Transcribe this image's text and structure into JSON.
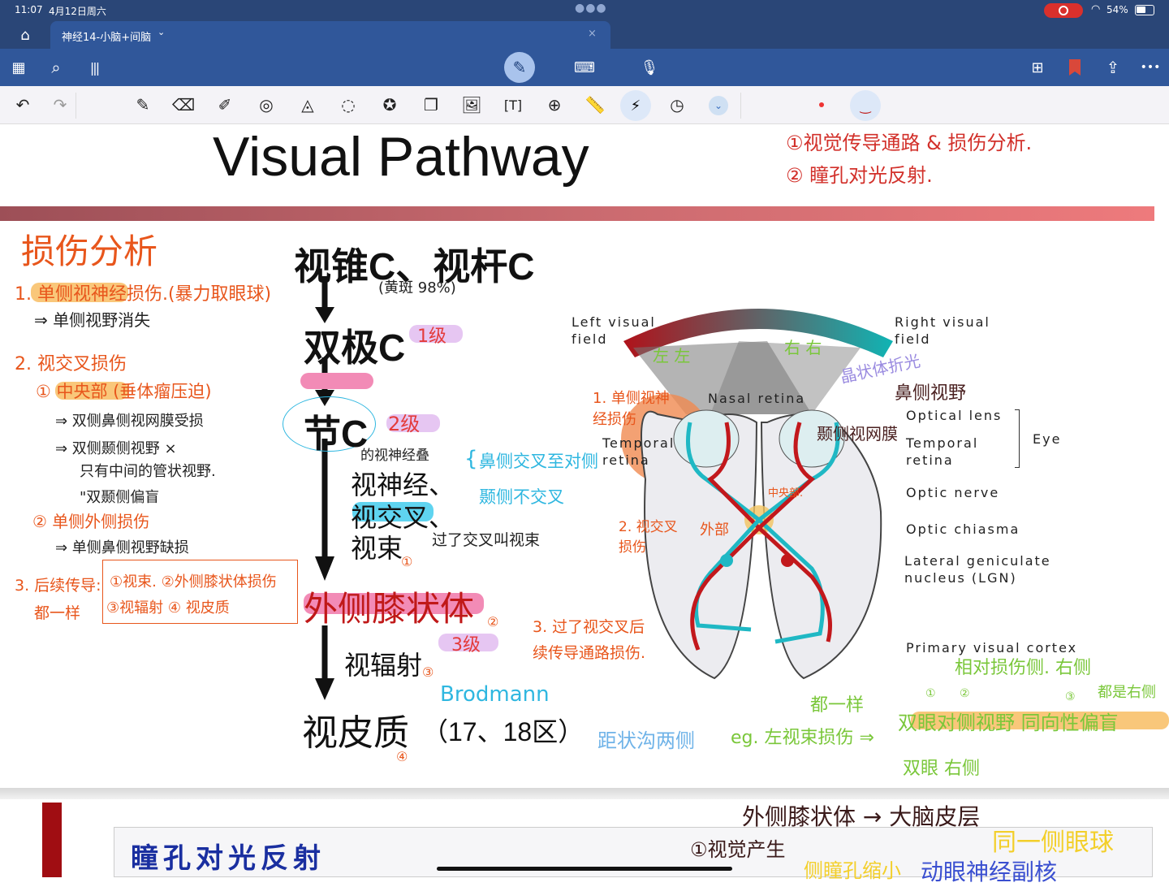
{
  "status": {
    "time": "11:07",
    "date": "4月12日周六",
    "battery": "54%"
  },
  "tab": {
    "title": "神经14-小脑+间脑",
    "close": "×"
  },
  "page": {
    "title": "Visual Pathway",
    "top_notes": [
      "①视觉传导通路 & 损伤分析.",
      "② 瞳孔对光反射."
    ],
    "pathway": {
      "cone_rod": "视锥C、视杆C",
      "bipolar": "双极C",
      "ganglion": "节C",
      "nerve": "视神经、",
      "chiasm": "视交叉、",
      "tract": "视束",
      "lgn": "外侧膝状体",
      "radiation": "视辐射",
      "cortex": "视皮质",
      "cortex_area": "（17、18区）"
    },
    "notes_center": {
      "ratio": "(黄斑 98%)",
      "level1": "1级",
      "level2": "2级",
      "ganglion_axon": "的视神经叠",
      "nasal_cross": "鼻侧交叉至对侧",
      "temporal_no": "颞侧不交叉",
      "after_cross": "过了交叉叫视束",
      "level3": "3级",
      "brodmann": "Brodmann",
      "calcarine": "距状沟两侧",
      "n1": "①",
      "n2": "②",
      "n3": "③",
      "n4": "④"
    },
    "injury": {
      "heading": "损伤分析",
      "i1": "1. 单侧视神经损伤.(暴力取眼球)",
      "i1a": "⇒ 单侧视野消失",
      "i2": "2. 视交叉损伤",
      "i2a": "① 中央部 (垂体瘤压迫)",
      "i2b": "⇒ 双侧鼻侧视网膜受损",
      "i2c": "⇒ 双侧颞侧视野 ×",
      "i2d": "只有中间的管状视野.",
      "i2e": "\"双颞侧偏盲",
      "i2f": "② 单侧外侧损伤",
      "i2g": "⇒ 单侧鼻侧视野缺损",
      "i3": "3. 后续传导:",
      "i3b": "都一样",
      "box1": "①视束. ②外侧膝状体损伤",
      "box2": "③视辐射 ④ 视皮质"
    },
    "diagram": {
      "left_field": "Left visual\nfield",
      "right_field": "Right visual\nfield",
      "nasal": "Nasal retina",
      "temporal_left": "Temporal\nretina",
      "lens": "Optical lens",
      "temporal_right": "Temporal\nretina",
      "eye": "Eye",
      "optic_nerve": "Optic nerve",
      "chiasma": "Optic chiasma",
      "lgn": "Lateral geniculate\nnucleus (LGN)",
      "cortex": "Primary visual cortex",
      "ann_left": "左 左",
      "ann_right": "右 右",
      "ann_lens": "晶状体折光",
      "ann_nasal": "鼻侧视野",
      "ann_temporal": "颞侧视网膜",
      "ann_1": "1. 单侧视神经损伤",
      "ann_center": "中央部.",
      "ann_2": "2. 视交叉损伤",
      "ann_outer": "外部",
      "ann_3": "3. 过了视交叉后续传导通路损伤."
    },
    "green_notes": {
      "same": "都一样",
      "eg": "eg. 左视束损伤 ⇒",
      "bracket": "双眼对侧视野 同向性偏盲",
      "c1": "①",
      "c2": "②",
      "c3": "③",
      "opp": "相对损伤侧. 右侧",
      "allright": "都是右侧",
      "both": "双眼 右侧"
    }
  },
  "page2": {
    "title": "瞳孔对光反射",
    "n1": "外侧膝状体 → 大脑皮层",
    "n2": "①视觉产生",
    "n3": "同一侧眼球",
    "n4": "侧瞳孔缩小",
    "n5": "动眼神经副核"
  }
}
